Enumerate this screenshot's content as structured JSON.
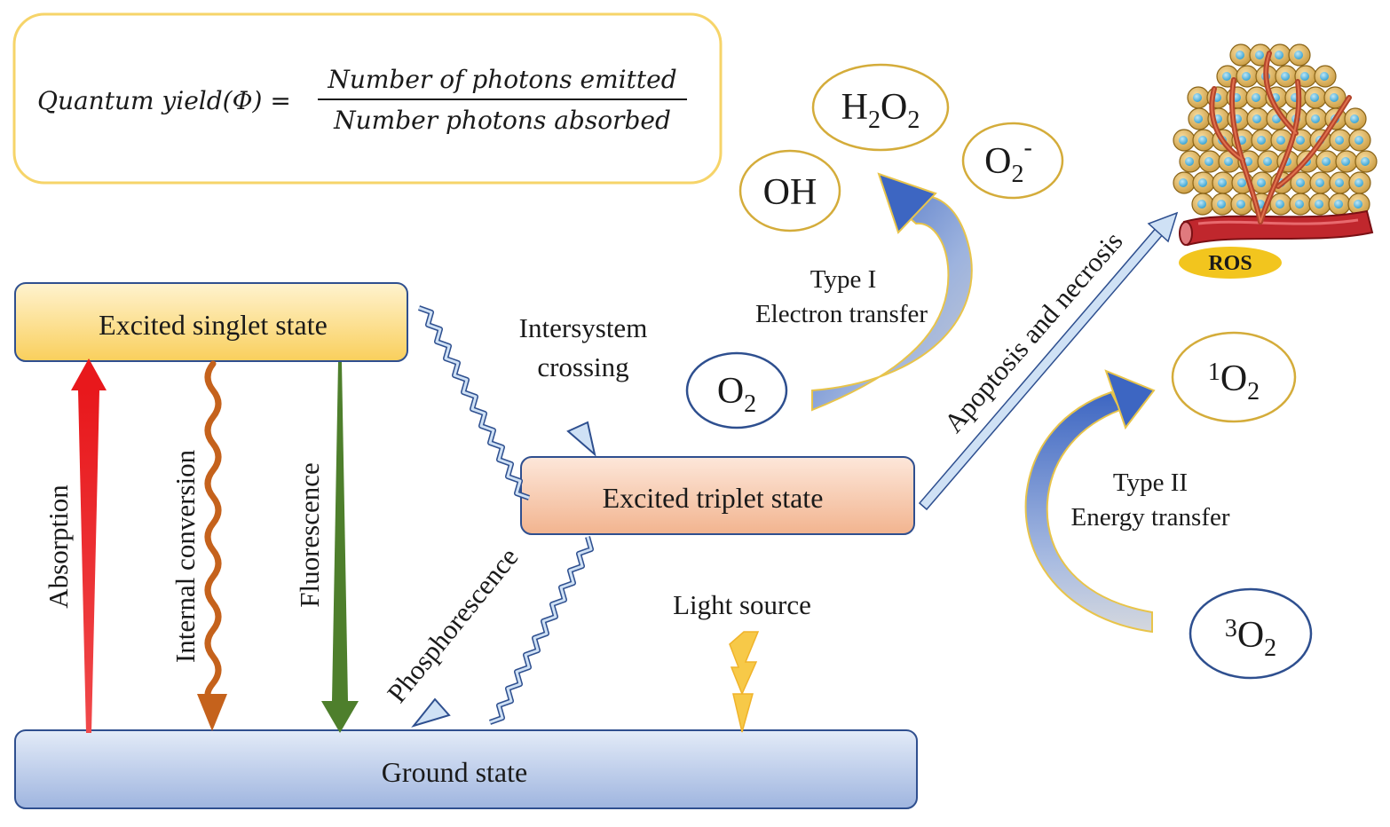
{
  "formula": {
    "lhs": "Quantum yield(Φ) =",
    "numerator": "Number of photons emitted",
    "denominator": "Number photons absorbed"
  },
  "states": {
    "singlet": "Excited singlet state",
    "triplet": "Excited triplet state",
    "ground": "Ground state"
  },
  "processes": {
    "absorption": "Absorption",
    "internal_conversion": "Internal conversion",
    "fluorescence": "Fluorescence",
    "intersystem_line1": "Intersystem",
    "intersystem_line2": "crossing",
    "phosphorescence": "Phosphorescence",
    "light_source": "Light source",
    "apoptosis": "Apoptosis and necrosis"
  },
  "types": {
    "type1_line1": "Type I",
    "type1_line2": "Electron transfer",
    "type2_line1": "Type II",
    "type2_line2": "Energy transfer"
  },
  "molecules": {
    "h2o2": {
      "a": "H",
      "sub1": "2",
      "b": "O",
      "sub2": "2"
    },
    "oh": "OH",
    "o2_minus": {
      "a": "O",
      "sub": "2",
      "sup": "-"
    },
    "o2": {
      "a": "O",
      "sub": "2"
    },
    "singlet_o2": {
      "sup": "1",
      "a": "O",
      "sub": "2"
    },
    "triplet_o2": {
      "sup": "3",
      "a": "O",
      "sub": "2"
    }
  },
  "ros_label": "ROS",
  "colors": {
    "absorption": "#e8181c",
    "internal_conversion": "#c5621c",
    "fluorescence": "#4e7f2c",
    "singlet_fill": "#fbd778",
    "triplet_fill": "#f4c2a4",
    "ground_fill": "#aebfe2",
    "formula_border": "#f6d469",
    "molecule_gold": "#d4ac3a",
    "molecule_blue": "#2e4f8f",
    "ros_yellow": "#f2c51e",
    "light_bolt": "#f7c948"
  }
}
